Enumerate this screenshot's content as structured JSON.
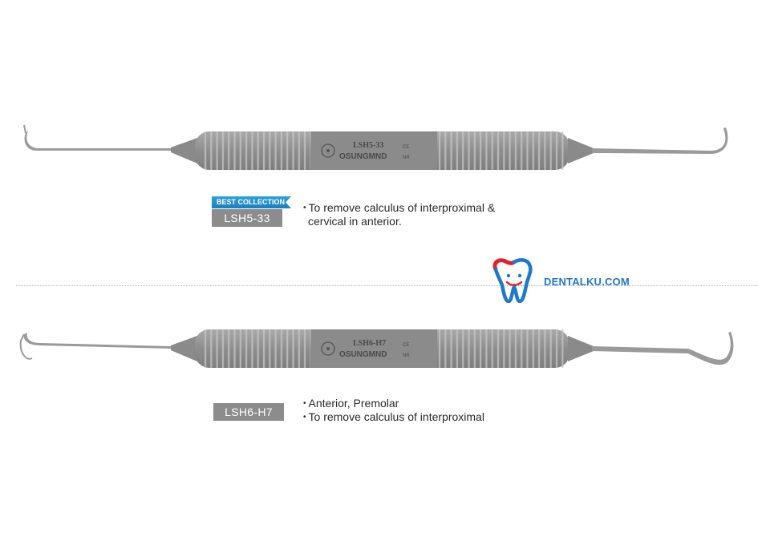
{
  "instruments": [
    {
      "etched_model": "LSH5-33",
      "etched_brand": "OSUNGMND",
      "etched_ce": "CE",
      "etched_nr": "NR",
      "code": "LSH5-33",
      "badge": "BEST COLLECTION",
      "bullets": [
        "To remove calculus of interproximal &",
        "cervical in anterior."
      ]
    },
    {
      "etched_model": "LSH6-H7",
      "etched_brand": "OSUNGMND",
      "etched_ce": "CE",
      "etched_nr": "NR",
      "code": "LSH6-H7",
      "badge": "",
      "bullets": [
        "Anterior, Premolar",
        "To remove calculus of interproximal"
      ]
    }
  ],
  "watermark": {
    "text": "DENTALKU.COM",
    "icon": "tooth-icon",
    "colors": {
      "red": "#e0232a",
      "blue": "#1e79c9"
    }
  },
  "colors": {
    "handle": "#8e8e8e",
    "label_bg": "#8c8c8c",
    "badge": "#2196d8"
  }
}
